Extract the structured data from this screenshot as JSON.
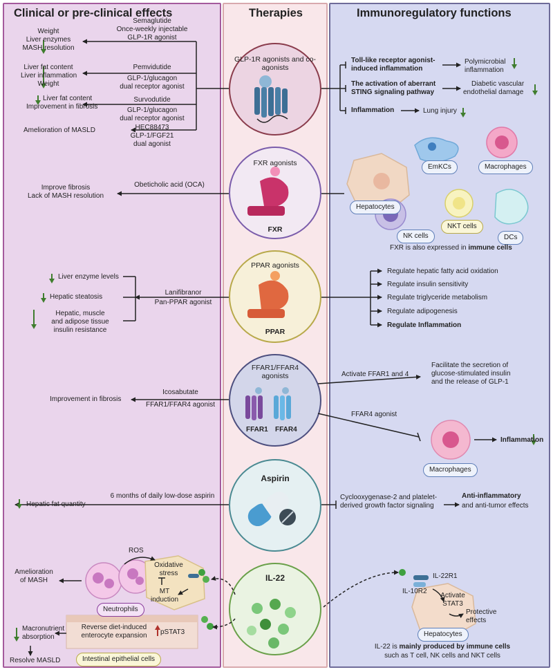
{
  "headers": {
    "left": "Clinical or pre-clinical effects",
    "middle": "Therapies",
    "right": "Immunoregulatory functions"
  },
  "glp1": {
    "title": "GLP-1R agonists and co-agonists",
    "drugs": [
      {
        "name": "Semaglutide",
        "desc": "Once-weekly injectable",
        "desc2": "GLP-1R agonist",
        "effects": [
          "Weight",
          "Liver enzymes",
          "MASH resolution"
        ]
      },
      {
        "name": "Pemvidutide",
        "desc": "GLP-1/glucagon",
        "desc2": "dual receptor agonist",
        "effects": [
          "Liver fat content",
          "Liver inflammation",
          "Weight"
        ]
      },
      {
        "name": "Survodutide",
        "desc": "GLP-1/glucagon",
        "desc2": "dual receptor agonist",
        "effects": [
          "Liver fat content",
          "Improvement in fibrosis"
        ]
      },
      {
        "name": "HEC88473",
        "desc": "GLP-1/FGF21",
        "desc2": "dual agonist",
        "effects": [
          "Amelioration of MASLD"
        ]
      }
    ],
    "immune": [
      {
        "cause": "Toll-like receptor agonist-",
        "cause2": "induced inflammation",
        "result": "Polymicrobial",
        "result2": "inflammation"
      },
      {
        "cause": "The activation of aberrant",
        "cause2": "STING signaling pathway",
        "result": "Diabetic vascular",
        "result2": "endothelial damage"
      },
      {
        "cause": "Inflammation",
        "result": "Lung injury"
      }
    ]
  },
  "fxr": {
    "title": "FXR agonists",
    "receptor": "FXR",
    "drug": "Obeticholic acid (OCA)",
    "effects": [
      "Improve fibrosis",
      "Lack of MASH resolution"
    ],
    "cells": [
      "Hepatocytes",
      "EmKCs",
      "Macrophages",
      "NK cells",
      "NKT cells",
      "DCs"
    ],
    "note_prefix": "FXR is also expressed in",
    "note_bold": "immune cells"
  },
  "ppar": {
    "title": "PPAR agonists",
    "receptor": "PPAR",
    "drug": "Lanifibranor",
    "drug_desc": "Pan-PPAR agonist",
    "effects": [
      "Liver enzyme levels",
      "Hepatic steatosis",
      "Hepatic, muscle",
      "and adipose tissue",
      "insulin resistance"
    ],
    "functions": [
      "Regulate hepatic fatty acid oxidation",
      "Regulate insulin sensitivity",
      "Regulate triglyceride metabolism",
      "Regulate adipogenesis",
      "Regulate Inflammation"
    ]
  },
  "ffar": {
    "title": "FFAR1/FFAR4 agonists",
    "receptor1": "FFAR1",
    "receptor2": "FFAR4",
    "drug": "Icosabutate",
    "drug_desc": "FFAR1/FFAR4 agonist",
    "effect": "Improvement in fibrosis",
    "activate": "Activate FFAR1 and 4",
    "activate_result": [
      "Facilitate the secretion of",
      "glucose-stimulated insulin",
      "and the release of GLP-1"
    ],
    "ffar4_agonist": "FFAR4 agonist",
    "cell": "Macrophages",
    "inflammation": "Inflammation"
  },
  "aspirin": {
    "title": "Aspirin",
    "drug": "6 months of daily low-dose aspirin",
    "effect": "Hepatic fat quantity",
    "pathway": [
      "Cyclooxygenase-2 and platelet-",
      "derived growth factor signaling"
    ],
    "result_bold": "Anti-inflammatory",
    "result2": "and anti-tumor effects"
  },
  "il22": {
    "title": "IL-22",
    "ros": "ROS",
    "oxidative": [
      "Oxidative",
      "stress"
    ],
    "mt": [
      "MT",
      "induction"
    ],
    "neutrophils": "Neutrophils",
    "amelioration": [
      "Amelioration",
      "of MASH"
    ],
    "reverse": [
      "Reverse diet-induced",
      "enterocyte expansion"
    ],
    "pstat3": "pSTAT3",
    "epithelial": "Intestinal epithelial cells",
    "macronutrient": [
      "Macronutrient",
      "absorption"
    ],
    "resolve": "Resolve MASLD",
    "il22r1": "IL-22R1",
    "il10r2": "IL-10R2",
    "activate": [
      "Activate",
      "STAT3"
    ],
    "protective": [
      "Protective",
      "effects"
    ],
    "hepatocytes": "Hepatocytes",
    "note_prefix": "IL-22 is",
    "note_bold": "mainly produced by immune cells",
    "note2": "such as T cell, NK cells and NKT cells"
  },
  "colors": {
    "left_bg": "#ead5ec",
    "left_border": "#a45a9c",
    "mid_bg": "#f9e7ea",
    "mid_border": "#d8a9ad",
    "right_bg": "#d6d9f1",
    "right_border": "#6e6b99",
    "down_arrow": "#3f7d2e",
    "up_arrow": "#b0322c"
  }
}
